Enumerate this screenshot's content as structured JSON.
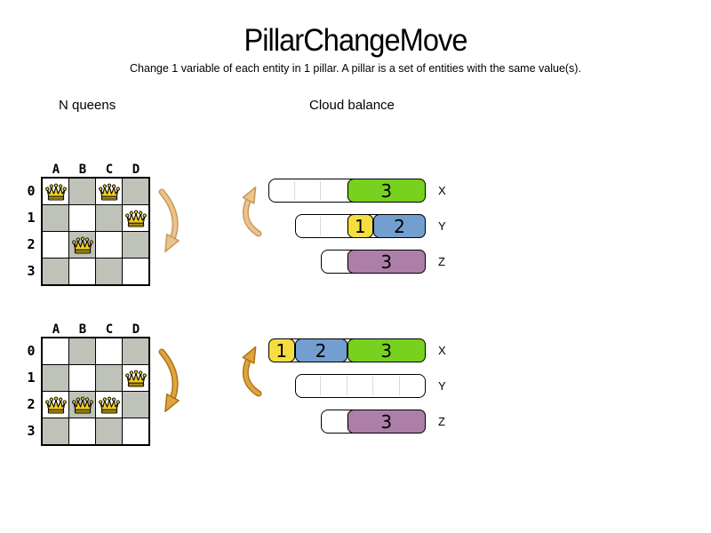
{
  "header": {
    "title": "PillarChangeMove",
    "subtitle": "Change 1 variable of each entity in 1 pillar. A pillar is a set of entities with the same value(s)."
  },
  "sections": {
    "nqueens_label": "N queens",
    "cloud_label": "Cloud balance"
  },
  "board": {
    "columns": [
      "A",
      "B",
      "C",
      "D"
    ],
    "rows": [
      "0",
      "1",
      "2",
      "3"
    ]
  },
  "boards": [
    {
      "name": "nqueens-before",
      "queens": [
        {
          "col": 0,
          "row": 0
        },
        {
          "col": 2,
          "row": 0
        },
        {
          "col": 3,
          "row": 1
        },
        {
          "col": 1,
          "row": 2
        }
      ]
    },
    {
      "name": "nqueens-after",
      "queens": [
        {
          "col": 3,
          "row": 1
        },
        {
          "col": 0,
          "row": 2
        },
        {
          "col": 1,
          "row": 2
        },
        {
          "col": 2,
          "row": 2
        }
      ]
    }
  ],
  "cloud": {
    "groups": [
      {
        "name": "cloud-before",
        "bars": [
          {
            "label": "X",
            "capacity": 6,
            "blocks": [
              {
                "value": "3",
                "size": 3,
                "color": "green"
              }
            ]
          },
          {
            "label": "Y",
            "capacity": 5,
            "blocks": [
              {
                "value": "1",
                "size": 1,
                "color": "yellow"
              },
              {
                "value": "2",
                "size": 2,
                "color": "blue"
              }
            ]
          },
          {
            "label": "Z",
            "capacity": 4,
            "blocks": [
              {
                "value": "3",
                "size": 3,
                "color": "purple"
              }
            ]
          }
        ]
      },
      {
        "name": "cloud-after",
        "bars": [
          {
            "label": "X",
            "capacity": 6,
            "blocks": [
              {
                "value": "1",
                "size": 1,
                "color": "yellow"
              },
              {
                "value": "2",
                "size": 2,
                "color": "blue"
              },
              {
                "value": "3",
                "size": 3,
                "color": "green"
              }
            ]
          },
          {
            "label": "Y",
            "capacity": 5,
            "blocks": []
          },
          {
            "label": "Z",
            "capacity": 4,
            "blocks": [
              {
                "value": "3",
                "size": 3,
                "color": "purple"
              }
            ]
          }
        ]
      }
    ]
  },
  "colors": {
    "green": "#76D21E",
    "yellow": "#F6DD3F",
    "blue": "#729FCF",
    "purple": "#AD7FA8",
    "board_gray": "#BFC2B9",
    "queen_gold": "#F2CE1D",
    "arrow_light_fill": "#EAC48F",
    "arrow_light_stroke": "#C9995C",
    "arrow_dark_fill": "#E2A33F",
    "arrow_dark_stroke": "#A97618"
  }
}
